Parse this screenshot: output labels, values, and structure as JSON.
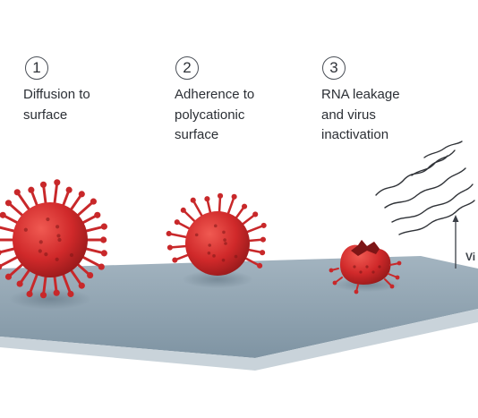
{
  "steps": [
    {
      "number": "1",
      "text": "Diffusion to\nsurface"
    },
    {
      "number": "2",
      "text": "Adherence to\npolycationic\nsurface"
    },
    {
      "number": "3",
      "text": "RNA leakage\nand virus\ninactivation"
    }
  ],
  "arrow_label": "Vi",
  "colors": {
    "surface_top": "#8fa2b0",
    "surface_edge": "#aab7c1",
    "virus": "#c8282a",
    "virus_dark": "#7d1516",
    "text": "#2b2f35"
  }
}
